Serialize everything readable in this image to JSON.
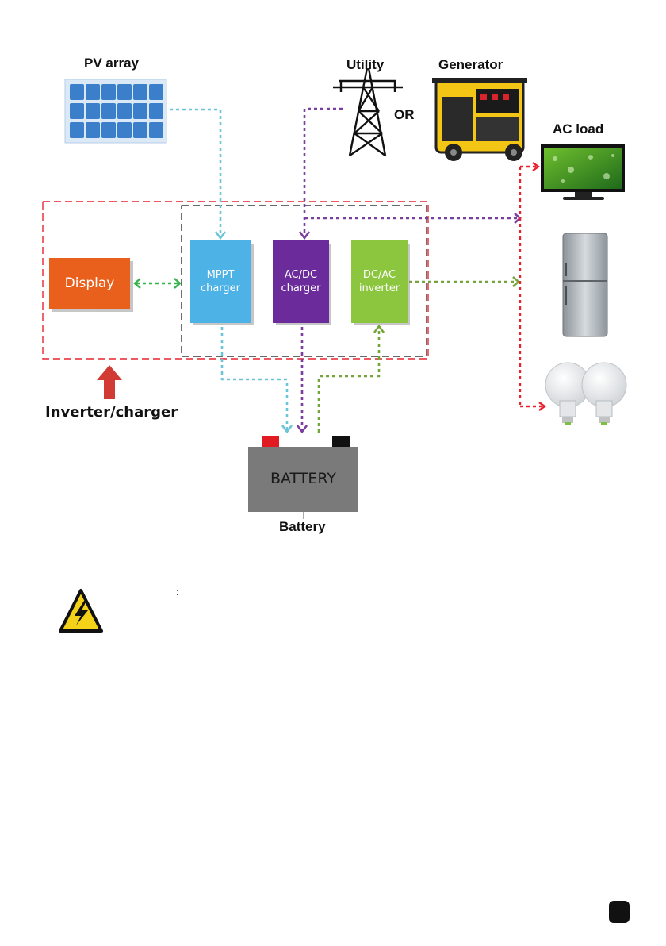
{
  "labels": {
    "pv_array": "PV array",
    "utility": "Utility",
    "generator": "Generator",
    "or": "OR",
    "ac_load": "AC load",
    "inverter_charger": "Inverter/charger",
    "battery_caption": "Battery"
  },
  "blocks": {
    "display": "Display",
    "mppt": "MPPT\ncharger",
    "acdc": "AC/DC\ncharger",
    "dcac": "DC/AC\ninverter"
  },
  "battery": {
    "text": "BATTERY"
  },
  "warning": {
    "mark": ":"
  },
  "colors": {
    "pv_line": "#6cc5d6",
    "utility_line": "#7b3fa0",
    "ac_line": "#75a53a",
    "display_line": "#35b34a",
    "load_line": "#e8232f",
    "outer_box": "#e8232f",
    "inner_box": "#111111",
    "display_block": "#e8601c",
    "mppt_block": "#4db2e6",
    "acdc_block": "#6b2b9b",
    "dcac_block": "#8cc63f",
    "battery_body": "#7a7a7a",
    "arrow_up": "#d13b33"
  }
}
